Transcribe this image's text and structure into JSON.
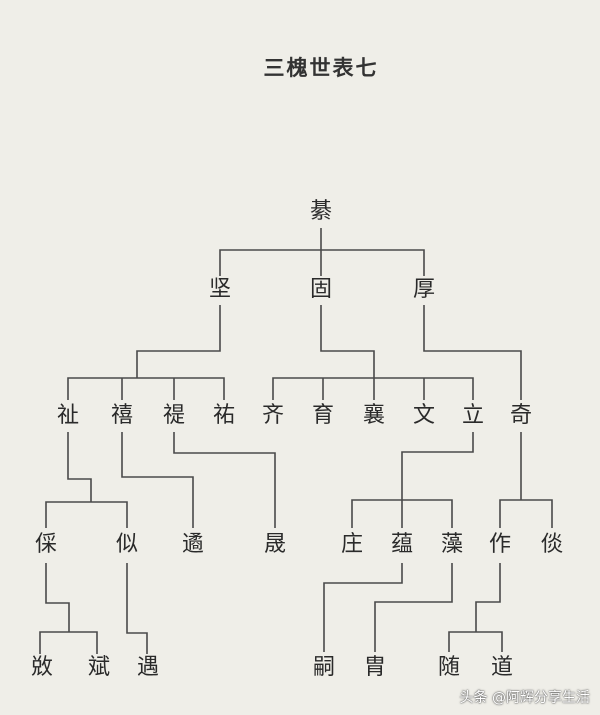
{
  "title": "三槐世表七",
  "colors": {
    "background": "#efeee8",
    "line": "#4a4a4a",
    "text": "#2a2a2a"
  },
  "nodes": {
    "qi_root": "綦",
    "jian": "坚",
    "gu": "固",
    "hou": "厚",
    "zhi": "祉",
    "xi": "禧",
    "ti": "禔",
    "you": "祐",
    "qi2": "齐",
    "yu": "育",
    "xiang": "襄",
    "wen": "文",
    "li": "立",
    "qi3": "奇",
    "cai": "倸",
    "si": "似",
    "yu2": "遹",
    "sheng": "晟",
    "zhuang": "庄",
    "yun": "蕴",
    "zao": "藻",
    "zuo": "作",
    "tan": "倓",
    "duo": "敚",
    "bin": "斌",
    "yu3": "遇",
    "si2": "嗣",
    "zhou": "胄",
    "sui": "随",
    "dao": "道"
  },
  "tree": {
    "綦": [
      "坚",
      "固",
      "厚"
    ],
    "坚": [
      "祉",
      "禧",
      "禔",
      "祐"
    ],
    "固": [
      "齐",
      "育",
      "襄",
      "文",
      "立"
    ],
    "厚": [
      "奇"
    ],
    "祉": [
      "倸",
      "似"
    ],
    "禧": [
      "遹"
    ],
    "禔": [
      "晟"
    ],
    "立": [
      "庄",
      "蕴",
      "藻"
    ],
    "奇": [
      "作",
      "倓"
    ],
    "倸": [
      "敚",
      "斌"
    ],
    "似": [
      "遇"
    ],
    "蕴": [
      "嗣"
    ],
    "藻": [
      "胄"
    ],
    "作": [
      "随",
      "道"
    ]
  },
  "watermark": "头条 @阿辉分享生活"
}
